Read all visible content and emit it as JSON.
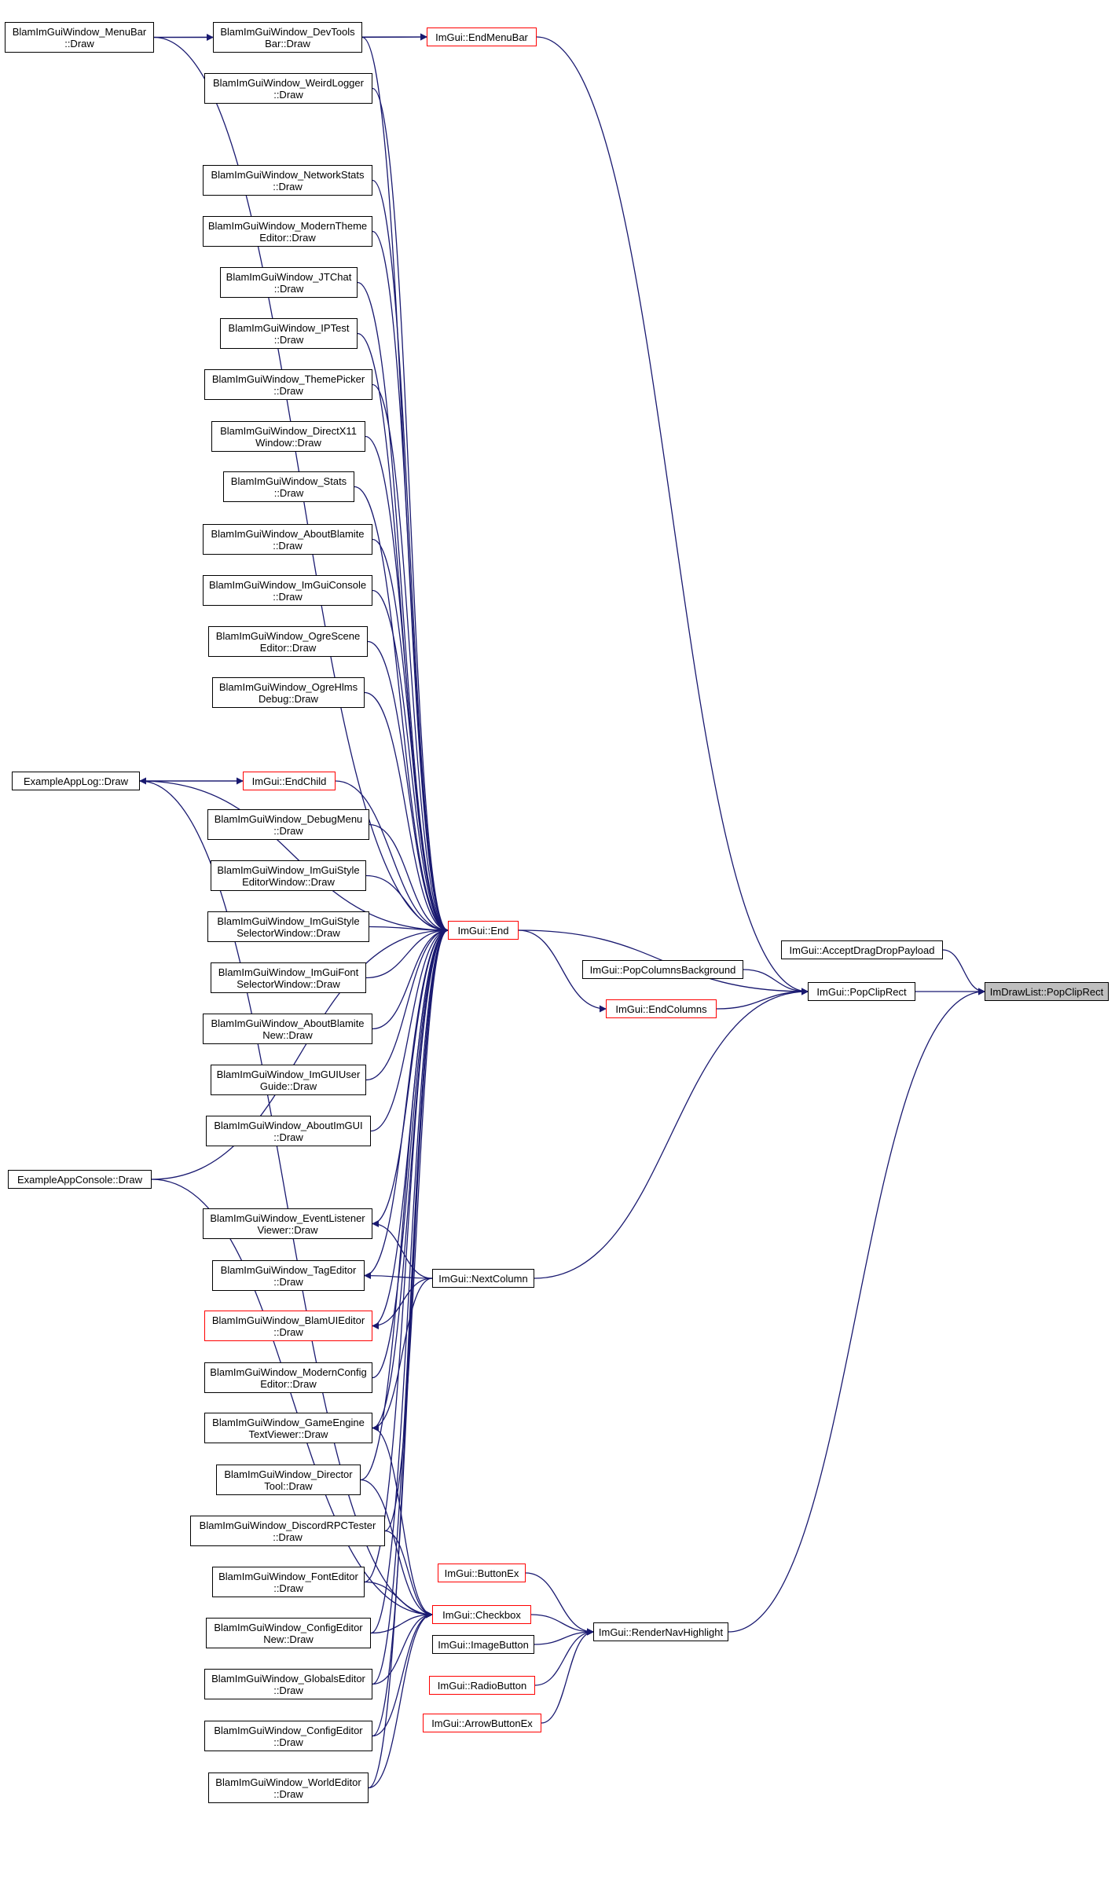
{
  "colors": {
    "edge": "#191970",
    "node_border": "#000000",
    "truncated_border": "#ff0000",
    "focus_fill": "#bfbfbf",
    "background": "#ffffff"
  },
  "nodes": [
    {
      "id": "popcliprect_dl",
      "label": "ImDrawList::PopClipRect",
      "style": "focus"
    },
    {
      "id": "popcliprect",
      "label": "ImGui::PopClipRect",
      "style": "normal"
    },
    {
      "id": "acceptdrag",
      "label": "ImGui::AcceptDragDropPayload",
      "style": "normal"
    },
    {
      "id": "rendernav",
      "label": "ImGui::RenderNavHighlight",
      "style": "normal"
    },
    {
      "id": "end",
      "label": "ImGui::End",
      "style": "red"
    },
    {
      "id": "endmenubar",
      "label": "ImGui::EndMenuBar",
      "style": "red"
    },
    {
      "id": "popcolbg",
      "label": "ImGui::PopColumnsBackground",
      "style": "normal"
    },
    {
      "id": "endcolumns",
      "label": "ImGui::EndColumns",
      "style": "red"
    },
    {
      "id": "nextcolumn",
      "label": "ImGui::NextColumn",
      "style": "normal"
    },
    {
      "id": "endchild",
      "label": "ImGui::EndChild",
      "style": "red"
    },
    {
      "id": "buttonex",
      "label": "ImGui::ButtonEx",
      "style": "red"
    },
    {
      "id": "checkbox",
      "label": "ImGui::Checkbox",
      "style": "red"
    },
    {
      "id": "imagebutton",
      "label": "ImGui::ImageButton",
      "style": "normal"
    },
    {
      "id": "radiobutton",
      "label": "ImGui::RadioButton",
      "style": "red"
    },
    {
      "id": "arrowbuttonex",
      "label": "ImGui::ArrowButtonEx",
      "style": "red"
    },
    {
      "id": "menubar",
      "label": "BlamImGuiWindow_MenuBar\n::Draw",
      "style": "normal"
    },
    {
      "id": "devtools",
      "label": "BlamImGuiWindow_DevTools\nBar::Draw",
      "style": "normal"
    },
    {
      "id": "weirdlogger",
      "label": "BlamImGuiWindow_WeirdLogger\n::Draw",
      "style": "normal"
    },
    {
      "id": "networkstats",
      "label": "BlamImGuiWindow_NetworkStats\n::Draw",
      "style": "normal"
    },
    {
      "id": "moderntheme",
      "label": "BlamImGuiWindow_ModernTheme\nEditor::Draw",
      "style": "normal"
    },
    {
      "id": "jtchat",
      "label": "BlamImGuiWindow_JTChat\n::Draw",
      "style": "normal"
    },
    {
      "id": "iptest",
      "label": "BlamImGuiWindow_IPTest\n::Draw",
      "style": "normal"
    },
    {
      "id": "themepicker",
      "label": "BlamImGuiWindow_ThemePicker\n::Draw",
      "style": "normal"
    },
    {
      "id": "directx11",
      "label": "BlamImGuiWindow_DirectX11\nWindow::Draw",
      "style": "normal"
    },
    {
      "id": "stats",
      "label": "BlamImGuiWindow_Stats\n::Draw",
      "style": "normal"
    },
    {
      "id": "aboutblamite",
      "label": "BlamImGuiWindow_AboutBlamite\n::Draw",
      "style": "normal"
    },
    {
      "id": "imguiconsole",
      "label": "BlamImGuiWindow_ImGuiConsole\n::Draw",
      "style": "normal"
    },
    {
      "id": "ogrescene",
      "label": "BlamImGuiWindow_OgreScene\nEditor::Draw",
      "style": "normal"
    },
    {
      "id": "ogrehlms",
      "label": "BlamImGuiWindow_OgreHlms\nDebug::Draw",
      "style": "normal"
    },
    {
      "id": "exampleapplog",
      "label": "ExampleAppLog::Draw",
      "style": "normal"
    },
    {
      "id": "debugmenu",
      "label": "BlamImGuiWindow_DebugMenu\n::Draw",
      "style": "normal"
    },
    {
      "id": "styleeditor",
      "label": "BlamImGuiWindow_ImGuiStyle\nEditorWindow::Draw",
      "style": "normal"
    },
    {
      "id": "styleselector",
      "label": "BlamImGuiWindow_ImGuiStyle\nSelectorWindow::Draw",
      "style": "normal"
    },
    {
      "id": "fontselector",
      "label": "BlamImGuiWindow_ImGuiFont\nSelectorWindow::Draw",
      "style": "normal"
    },
    {
      "id": "aboutblamitenew",
      "label": "BlamImGuiWindow_AboutBlamite\nNew::Draw",
      "style": "normal"
    },
    {
      "id": "userguide",
      "label": "BlamImGuiWindow_ImGUIUser\nGuide::Draw",
      "style": "normal"
    },
    {
      "id": "aboutimgui",
      "label": "BlamImGuiWindow_AboutImGUI\n::Draw",
      "style": "normal"
    },
    {
      "id": "exampleappconsole",
      "label": "ExampleAppConsole::Draw",
      "style": "normal"
    },
    {
      "id": "eventlistener",
      "label": "BlamImGuiWindow_EventListener\nViewer::Draw",
      "style": "normal"
    },
    {
      "id": "tageditor",
      "label": "BlamImGuiWindow_TagEditor\n::Draw",
      "style": "normal"
    },
    {
      "id": "blamuieditor",
      "label": "BlamImGuiWindow_BlamUIEditor\n::Draw",
      "style": "red"
    },
    {
      "id": "modernconfig",
      "label": "BlamImGuiWindow_ModernConfig\nEditor::Draw",
      "style": "normal"
    },
    {
      "id": "gameengine",
      "label": "BlamImGuiWindow_GameEngine\nTextViewer::Draw",
      "style": "normal"
    },
    {
      "id": "directortool",
      "label": "BlamImGuiWindow_Director\nTool::Draw",
      "style": "normal"
    },
    {
      "id": "discordrpc",
      "label": "BlamImGuiWindow_DiscordRPCTester\n::Draw",
      "style": "normal"
    },
    {
      "id": "fonteditor",
      "label": "BlamImGuiWindow_FontEditor\n::Draw",
      "style": "normal"
    },
    {
      "id": "configeditornew",
      "label": "BlamImGuiWindow_ConfigEditor\nNew::Draw",
      "style": "normal"
    },
    {
      "id": "globalseditor",
      "label": "BlamImGuiWindow_GlobalsEditor\n::Draw",
      "style": "normal"
    },
    {
      "id": "configeditor",
      "label": "BlamImGuiWindow_ConfigEditor\n::Draw",
      "style": "normal"
    },
    {
      "id": "worldeditor",
      "label": "BlamImGuiWindow_WorldEditor\n::Draw",
      "style": "normal"
    }
  ],
  "edges": [
    [
      "popcliprect",
      "popcliprect_dl"
    ],
    [
      "acceptdrag",
      "popcliprect_dl"
    ],
    [
      "rendernav",
      "popcliprect_dl"
    ],
    [
      "end",
      "popcliprect"
    ],
    [
      "endmenubar",
      "popcliprect"
    ],
    [
      "popcolbg",
      "popcliprect"
    ],
    [
      "endcolumns",
      "popcliprect"
    ],
    [
      "nextcolumn",
      "popcliprect"
    ],
    [
      "end",
      "endcolumns"
    ],
    [
      "devtools",
      "endmenubar"
    ],
    [
      "menubar",
      "endmenubar"
    ],
    [
      "menubar",
      "devtools"
    ],
    [
      "exampleapplog",
      "endchild"
    ],
    [
      "endchild",
      "exampleapplog"
    ],
    [
      "endchild",
      "end"
    ],
    [
      "buttonex",
      "rendernav"
    ],
    [
      "checkbox",
      "rendernav"
    ],
    [
      "imagebutton",
      "rendernav"
    ],
    [
      "radiobutton",
      "rendernav"
    ],
    [
      "arrowbuttonex",
      "rendernav"
    ],
    [
      "nextcolumn",
      "eventlistener"
    ],
    [
      "nextcolumn",
      "tageditor"
    ],
    [
      "nextcolumn",
      "blamuieditor"
    ],
    [
      "nextcolumn",
      "gameengine"
    ],
    [
      "menubar",
      "end"
    ],
    [
      "devtools",
      "end"
    ],
    [
      "weirdlogger",
      "end"
    ],
    [
      "networkstats",
      "end"
    ],
    [
      "moderntheme",
      "end"
    ],
    [
      "jtchat",
      "end"
    ],
    [
      "iptest",
      "end"
    ],
    [
      "themepicker",
      "end"
    ],
    [
      "directx11",
      "end"
    ],
    [
      "stats",
      "end"
    ],
    [
      "aboutblamite",
      "end"
    ],
    [
      "imguiconsole",
      "end"
    ],
    [
      "ogrescene",
      "end"
    ],
    [
      "ogrehlms",
      "end"
    ],
    [
      "exampleapplog",
      "end"
    ],
    [
      "debugmenu",
      "end"
    ],
    [
      "styleeditor",
      "end"
    ],
    [
      "styleselector",
      "end"
    ],
    [
      "fontselector",
      "end"
    ],
    [
      "aboutblamitenew",
      "end"
    ],
    [
      "userguide",
      "end"
    ],
    [
      "aboutimgui",
      "end"
    ],
    [
      "exampleappconsole",
      "end"
    ],
    [
      "eventlistener",
      "end"
    ],
    [
      "tageditor",
      "end"
    ],
    [
      "blamuieditor",
      "end"
    ],
    [
      "modernconfig",
      "end"
    ],
    [
      "gameengine",
      "end"
    ],
    [
      "directortool",
      "end"
    ],
    [
      "discordrpc",
      "end"
    ],
    [
      "fonteditor",
      "end"
    ],
    [
      "configeditornew",
      "end"
    ],
    [
      "globalseditor",
      "end"
    ],
    [
      "configeditor",
      "end"
    ],
    [
      "worldeditor",
      "end"
    ],
    [
      "gameengine",
      "checkbox"
    ],
    [
      "directortool",
      "checkbox"
    ],
    [
      "discordrpc",
      "checkbox"
    ],
    [
      "fonteditor",
      "checkbox"
    ],
    [
      "configeditornew",
      "checkbox"
    ],
    [
      "globalseditor",
      "checkbox"
    ],
    [
      "configeditor",
      "checkbox"
    ],
    [
      "worldeditor",
      "checkbox"
    ],
    [
      "exampleapplog",
      "checkbox"
    ],
    [
      "exampleappconsole",
      "checkbox"
    ]
  ]
}
